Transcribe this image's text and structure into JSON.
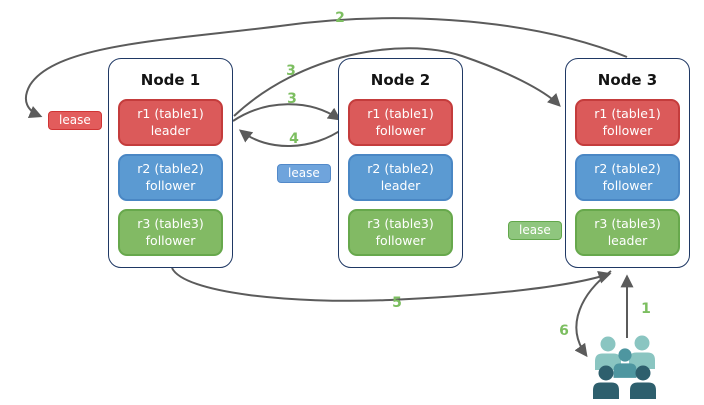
{
  "nodes": [
    {
      "title": "Node 1",
      "replicas": [
        {
          "name": "r1 (table1)",
          "role": "leader"
        },
        {
          "name": "r2 (table2)",
          "role": "follower"
        },
        {
          "name": "r3 (table3)",
          "role": "follower"
        }
      ]
    },
    {
      "title": "Node 2",
      "replicas": [
        {
          "name": "r1 (table1)",
          "role": "follower"
        },
        {
          "name": "r2 (table2)",
          "role": "leader"
        },
        {
          "name": "r3 (table3)",
          "role": "follower"
        }
      ]
    },
    {
      "title": "Node 3",
      "replicas": [
        {
          "name": "r1 (table1)",
          "role": "follower"
        },
        {
          "name": "r2 (table2)",
          "role": "follower"
        },
        {
          "name": "r3 (table3)",
          "role": "leader"
        }
      ]
    }
  ],
  "leases": {
    "table1": "lease",
    "table2": "lease",
    "table3": "lease"
  },
  "steps": {
    "1": "1",
    "2": "2",
    "3a": "3",
    "3b": "3",
    "4": "4",
    "5": "5",
    "6": "6"
  },
  "icons": {
    "clients": "users-group-icon"
  },
  "colors": {
    "table1_fill": "#db5a5a",
    "table1_border": "#c43c3c",
    "table2_fill": "#5b9ad2",
    "table2_border": "#4a87c4",
    "table3_fill": "#82ba64",
    "table3_border": "#67a84c",
    "node_border": "#1f3864",
    "arrow": "#5b5b5b",
    "step_label": "#7cbe60",
    "clients_back": "#8ac5c1",
    "clients_mid": "#4e96a0",
    "clients_front": "#2e5f6d"
  }
}
